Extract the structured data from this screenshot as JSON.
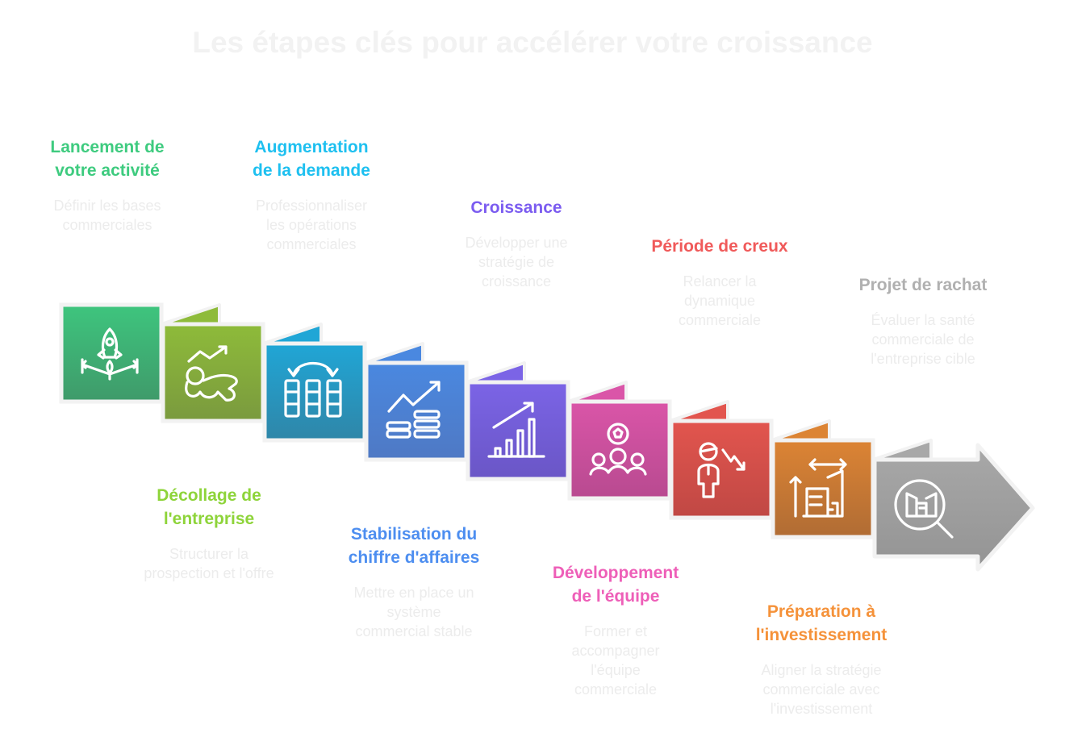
{
  "title": "Les étapes clés pour accélérer votre croissance",
  "steps": [
    {
      "title": "Lancement de\nvotre activité",
      "desc": "Définir les bases\ncommerciales",
      "color": "#3ecb7f",
      "top": "#3ec57e",
      "bottom": "#3f9a6a",
      "icon": "rocket-icon"
    },
    {
      "title": "Décollage de\nl'entreprise",
      "desc": "Structurer la\nprospection et l'offre",
      "color": "#8ed43a",
      "top": "#8ebb3a",
      "bottom": "#7a9a3e",
      "icon": "growth-chart-person-icon"
    },
    {
      "title": "Augmentation\nde la demande",
      "desc": "Professionnaliser\nles opérations\ncommerciales",
      "color": "#1ec0f0",
      "top": "#20a6d6",
      "bottom": "#2f86a8",
      "icon": "columns-transfer-icon"
    },
    {
      "title": "Stabilisation du\nchiffre d'affaires",
      "desc": "Mettre en place un\nsystème\ncommercial stable",
      "color": "#4d8ef0",
      "top": "#4a88e0",
      "bottom": "#4f79c4",
      "icon": "coins-growth-icon"
    },
    {
      "title": "Croissance",
      "desc": "Développer une\nstratégie de\ncroissance",
      "color": "#7b5cf0",
      "top": "#7b64e6",
      "bottom": "#6a56c6",
      "icon": "bar-chart-up-icon"
    },
    {
      "title": "Développement\nde l'équipe",
      "desc": "Former et\naccompagner\nl'équipe\ncommerciale",
      "color": "#ee5fb8",
      "top": "#da55a8",
      "bottom": "#b84a90",
      "icon": "team-icon"
    },
    {
      "title": "Période de creux",
      "desc": "Relancer la\ndynamique\ncommerciale",
      "color": "#f05a5a",
      "top": "#e2554e",
      "bottom": "#c04844",
      "icon": "person-decline-icon"
    },
    {
      "title": "Préparation à\nl'investissement",
      "desc": "Aligner la stratégie\ncommerciale avec\nl'investissement",
      "color": "#f5923a",
      "top": "#dc8434",
      "bottom": "#b06c34",
      "icon": "building-expand-icon"
    },
    {
      "title": "Projet de rachat",
      "desc": "Évaluer la santé\ncommerciale de\nl'entreprise cible",
      "color": "#b0b0b0",
      "top": "#a8a8a8",
      "bottom": "#949494",
      "icon": "building-search-icon"
    }
  ]
}
